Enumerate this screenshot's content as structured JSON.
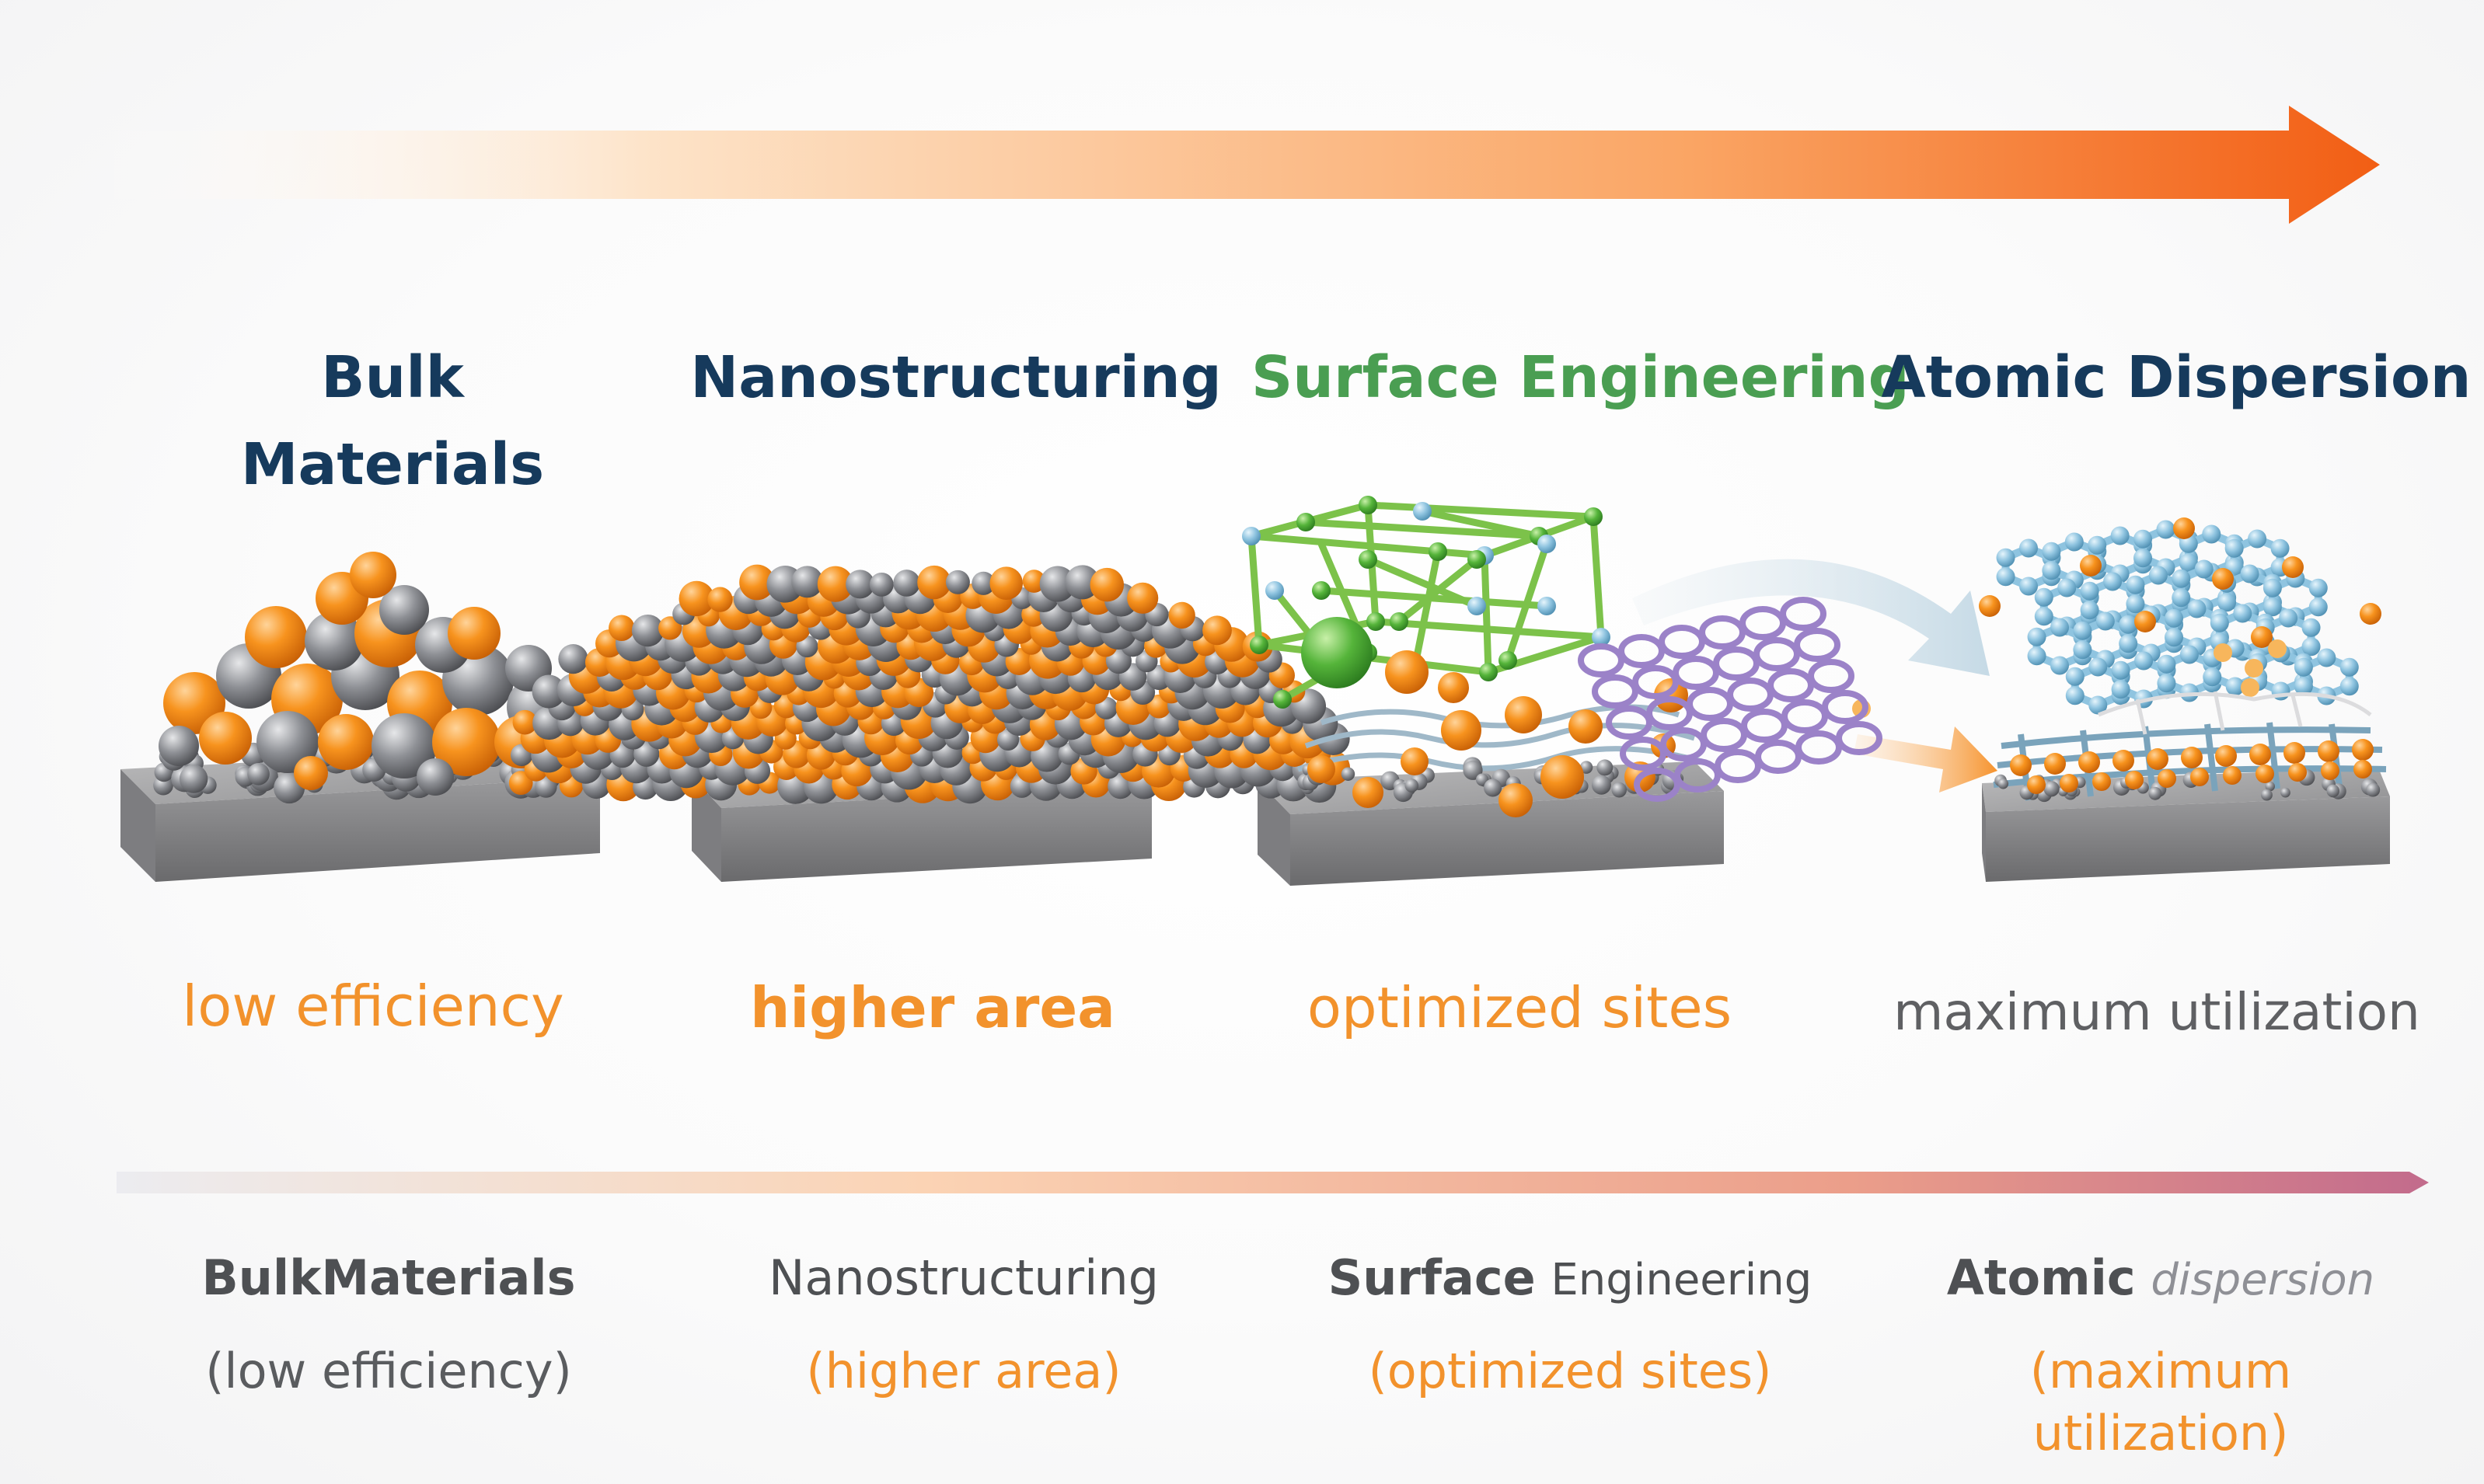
{
  "stages": [
    {
      "title_lines": [
        "Bulk",
        "Materials"
      ],
      "subtitle": "low efficiency",
      "bottom_main_bold": "Bulk",
      "bottom_main_rest": "Materials",
      "bottom_note": "(low efficiency)"
    },
    {
      "title_lines": [
        "Nanostructuring"
      ],
      "subtitle": "higher area",
      "bottom_main_bold": "",
      "bottom_main_rest": "Nanostructuring",
      "bottom_note": "(higher area)"
    },
    {
      "title_lines": [
        "Surface Engineering"
      ],
      "subtitle": "optimized sites",
      "bottom_main_bold": "Surface",
      "bottom_main_rest": "Engineering",
      "bottom_note": "(optimized sites)"
    },
    {
      "title_lines": [
        "Atomic Dispersion"
      ],
      "subtitle": "maximum utilization",
      "bottom_main_bold": "Atomic",
      "bottom_main_rest": "dispersion",
      "bottom_note_lines": [
        "(maximum",
        "utilization)"
      ]
    }
  ],
  "colors": {
    "title_navy": "#163a5c",
    "title_green": "#4a9e52",
    "accent_orange": "#f2922c",
    "arrow_orange": "#f26a1b",
    "grey_text": "#5f6063",
    "slab_grey": "#8a8a8c",
    "sphere_grey": "#8c8e92",
    "graphene_blue": "#8fc4e0",
    "cage_green": "#7cc24a",
    "mesh_purple": "#9b82c8"
  },
  "icons": [
    "progress-arrow",
    "step-arrow",
    "substrate-slab",
    "orange-nanoparticle",
    "grey-nanoparticle",
    "green-cage-framework",
    "purple-mesh-sheet",
    "graphene-sheet",
    "curved-transfer-arrow",
    "gradient-bar"
  ]
}
